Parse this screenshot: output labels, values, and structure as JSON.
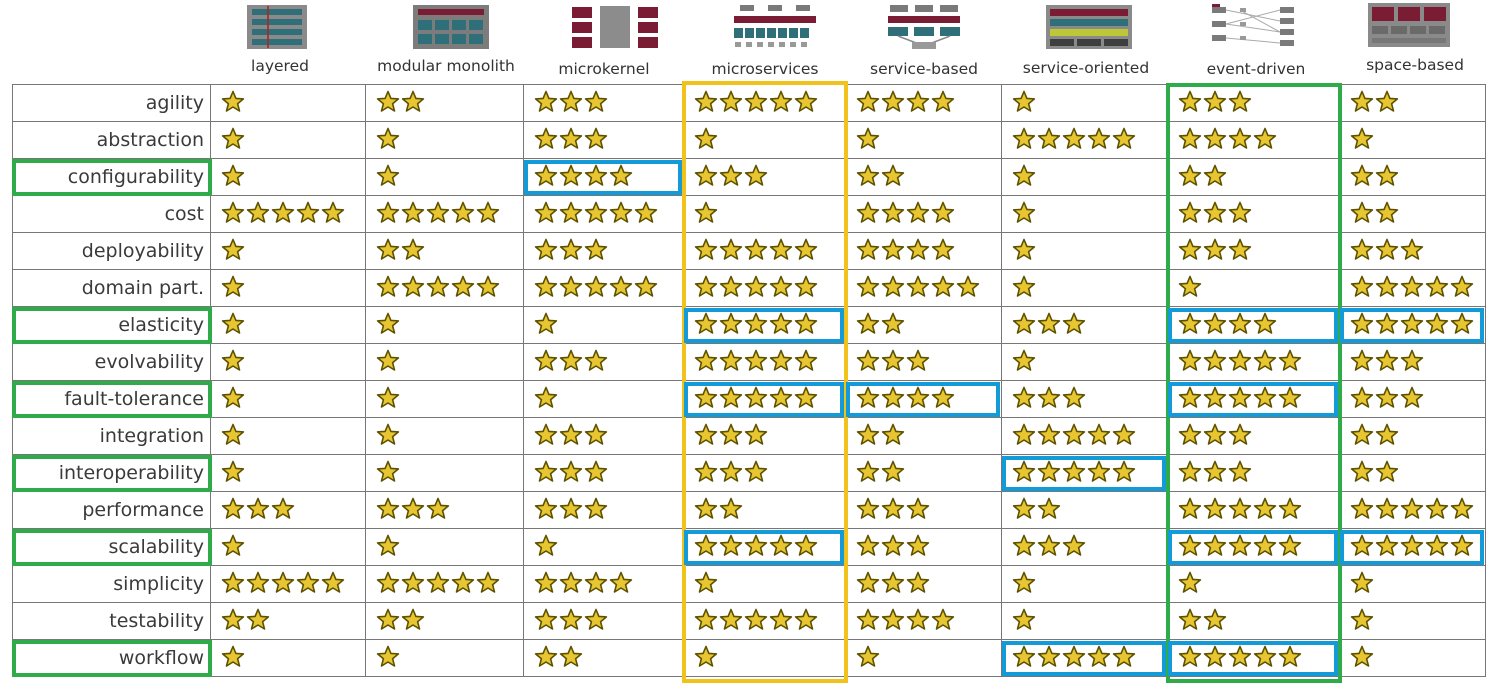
{
  "columns": [
    "layered",
    "modular monolith",
    "microkernel",
    "microservices",
    "service-based",
    "service-oriented",
    "event-driven",
    "space-based"
  ],
  "rows": [
    {
      "label": "agility",
      "ratings": [
        1,
        2,
        3,
        5,
        4,
        1,
        3,
        2
      ]
    },
    {
      "label": "abstraction",
      "ratings": [
        1,
        1,
        3,
        1,
        1,
        5,
        4,
        1
      ]
    },
    {
      "label": "configurability",
      "ratings": [
        1,
        1,
        4,
        3,
        2,
        1,
        2,
        2
      ]
    },
    {
      "label": "cost",
      "ratings": [
        5,
        5,
        5,
        1,
        4,
        1,
        3,
        2
      ]
    },
    {
      "label": "deployability",
      "ratings": [
        1,
        2,
        3,
        5,
        4,
        1,
        3,
        3
      ]
    },
    {
      "label": "domain part.",
      "ratings": [
        1,
        5,
        5,
        5,
        5,
        1,
        1,
        5
      ]
    },
    {
      "label": "elasticity",
      "ratings": [
        1,
        1,
        1,
        5,
        2,
        3,
        4,
        5
      ]
    },
    {
      "label": "evolvability",
      "ratings": [
        1,
        1,
        3,
        5,
        3,
        1,
        5,
        3
      ]
    },
    {
      "label": "fault-tolerance",
      "ratings": [
        1,
        1,
        1,
        5,
        4,
        3,
        5,
        3
      ]
    },
    {
      "label": "integration",
      "ratings": [
        1,
        1,
        3,
        3,
        2,
        5,
        3,
        2
      ]
    },
    {
      "label": "interoperability",
      "ratings": [
        1,
        1,
        3,
        3,
        2,
        5,
        3,
        2
      ]
    },
    {
      "label": "performance",
      "ratings": [
        3,
        3,
        3,
        2,
        3,
        2,
        5,
        5
      ]
    },
    {
      "label": "scalability",
      "ratings": [
        1,
        1,
        1,
        5,
        3,
        3,
        5,
        5
      ]
    },
    {
      "label": "simplicity",
      "ratings": [
        5,
        5,
        4,
        1,
        3,
        1,
        1,
        1
      ]
    },
    {
      "label": "testability",
      "ratings": [
        2,
        2,
        3,
        5,
        4,
        1,
        2,
        1
      ]
    },
    {
      "label": "workflow",
      "ratings": [
        1,
        1,
        2,
        1,
        1,
        5,
        5,
        1
      ]
    }
  ],
  "highlights": {
    "green_rows": [
      "configurability",
      "elasticity",
      "fault-tolerance",
      "interoperability",
      "scalability",
      "workflow"
    ],
    "column_outlines": [
      {
        "column": "microservices",
        "color": "#f1c21b"
      },
      {
        "column": "event-driven",
        "color": "#2fab4a"
      }
    ],
    "blue_cells": [
      {
        "row": "configurability",
        "column": "microkernel"
      },
      {
        "row": "elasticity",
        "column": "microservices"
      },
      {
        "row": "elasticity",
        "column": "event-driven"
      },
      {
        "row": "elasticity",
        "column": "space-based"
      },
      {
        "row": "fault-tolerance",
        "column": "microservices"
      },
      {
        "row": "fault-tolerance",
        "column": "service-based"
      },
      {
        "row": "fault-tolerance",
        "column": "event-driven"
      },
      {
        "row": "interoperability",
        "column": "service-oriented"
      },
      {
        "row": "scalability",
        "column": "microservices"
      },
      {
        "row": "scalability",
        "column": "event-driven"
      },
      {
        "row": "scalability",
        "column": "space-based"
      },
      {
        "row": "workflow",
        "column": "service-oriented"
      },
      {
        "row": "workflow",
        "column": "event-driven"
      }
    ]
  },
  "colors": {
    "green": "#2fab4a",
    "blue": "#129bd8",
    "yellow": "#f1c21b",
    "star_fill": "#e8c631",
    "star_stroke": "#5e5200"
  },
  "icons": [
    "layered-diagram-icon",
    "modular-monolith-diagram-icon",
    "microkernel-diagram-icon",
    "microservices-diagram-icon",
    "service-based-diagram-icon",
    "service-oriented-diagram-icon",
    "event-driven-diagram-icon",
    "space-based-diagram-icon"
  ]
}
